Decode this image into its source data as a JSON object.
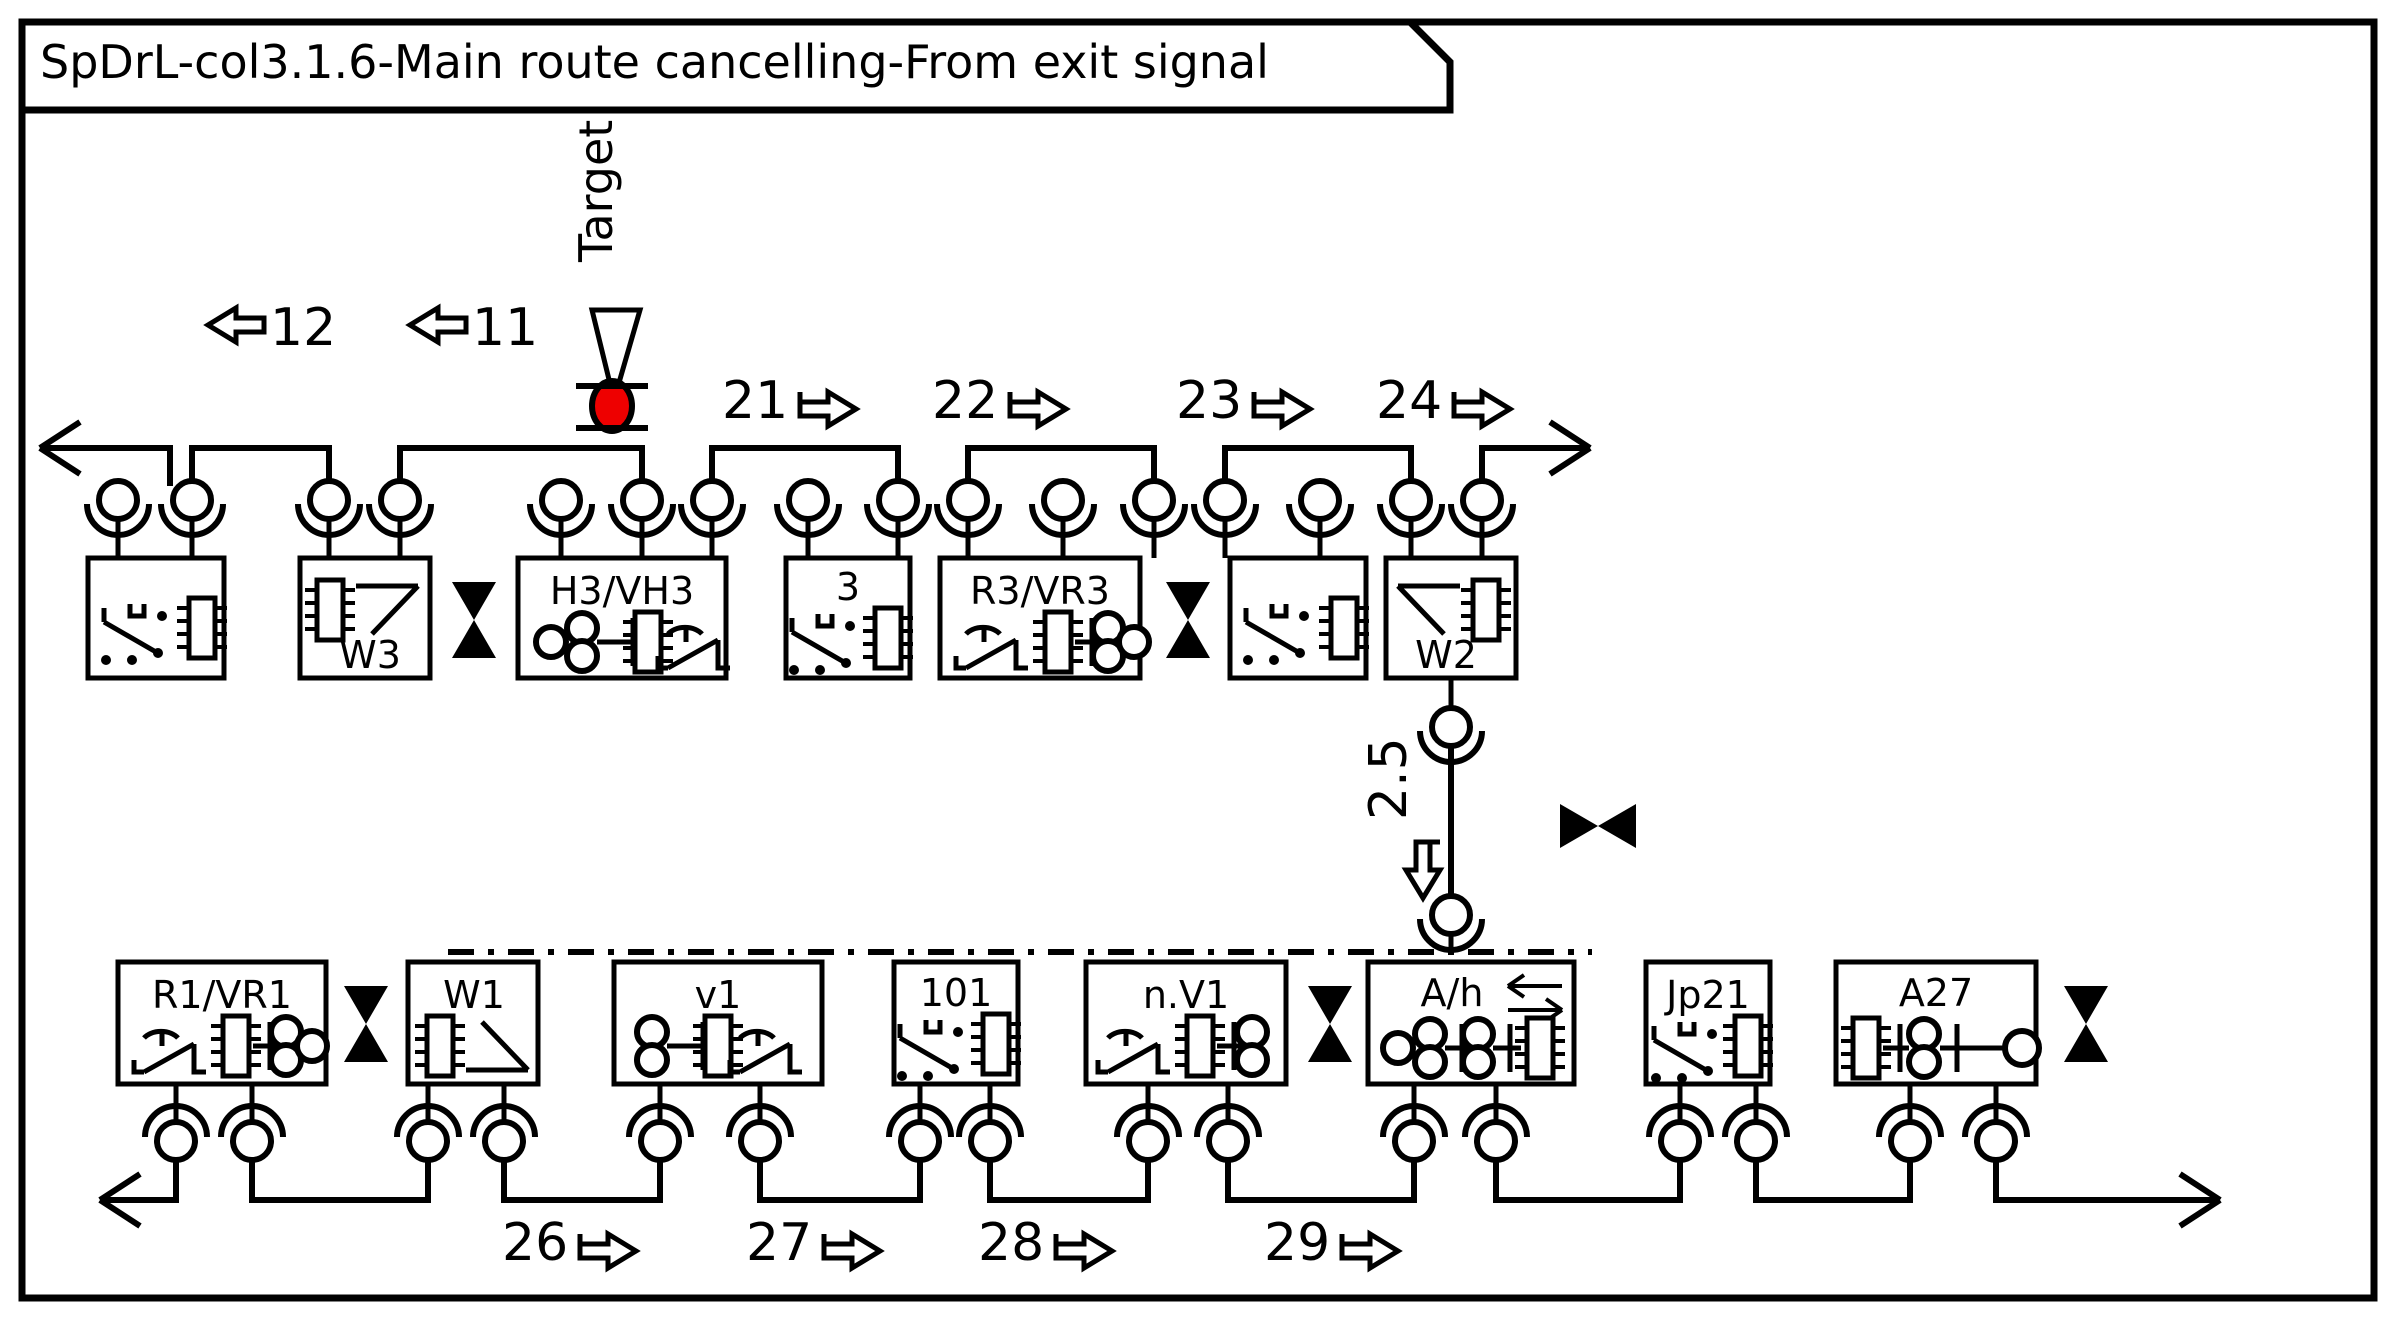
{
  "title": {
    "text": "SpDrL-col3.1.6-Main route cancelling-From exit signal"
  },
  "target": {
    "label": "Target",
    "signal_color": "#ee0000"
  },
  "upper_route_labels": [
    {
      "id": "label-12",
      "text": "12",
      "direction": "left"
    },
    {
      "id": "label-11",
      "text": "11",
      "direction": "left"
    },
    {
      "id": "label-21",
      "text": "21",
      "direction": "right"
    },
    {
      "id": "label-22",
      "text": "22",
      "direction": "right"
    },
    {
      "id": "label-23",
      "text": "23",
      "direction": "right"
    },
    {
      "id": "label-24",
      "text": "24",
      "direction": "right"
    }
  ],
  "lower_route_labels": [
    {
      "id": "label-26",
      "text": "26",
      "direction": "right"
    },
    {
      "id": "label-27",
      "text": "27",
      "direction": "right"
    },
    {
      "id": "label-28",
      "text": "28",
      "direction": "right"
    },
    {
      "id": "label-29",
      "text": "29",
      "direction": "right"
    }
  ],
  "branch_label": {
    "id": "label-2-5",
    "text": "2.5",
    "direction": "down"
  },
  "upper_boxes": [
    {
      "id": "upper-box-1",
      "label": "",
      "symbol": "track-relay"
    },
    {
      "id": "upper-box-w3",
      "label": "W3",
      "symbol": "point-machine-left"
    },
    {
      "id": "upper-box-h3vh3",
      "label": "H3/VH3",
      "symbol": "signal-relay"
    },
    {
      "id": "upper-box-3",
      "label": "3",
      "symbol": "track-relay"
    },
    {
      "id": "upper-box-r3vr3",
      "label": "R3/VR3",
      "symbol": "route-relay"
    },
    {
      "id": "upper-box-5",
      "label": "",
      "symbol": "track-relay"
    },
    {
      "id": "upper-box-w2",
      "label": "W2",
      "symbol": "point-machine-right"
    }
  ],
  "lower_boxes": [
    {
      "id": "lower-box-r1vr1",
      "label": "R1/VR1",
      "symbol": "route-relay"
    },
    {
      "id": "lower-box-w1",
      "label": "W1",
      "symbol": "point-machine-left"
    },
    {
      "id": "lower-box-v1",
      "label": "v1",
      "symbol": "signal-relay"
    },
    {
      "id": "lower-box-101",
      "label": "101",
      "symbol": "track-relay"
    },
    {
      "id": "lower-box-nv1",
      "label": "n.V1",
      "symbol": "route-relay"
    },
    {
      "id": "lower-box-ah",
      "label": "A/h",
      "symbol": "block-relay"
    },
    {
      "id": "lower-box-jp21",
      "label": "Jp21",
      "symbol": "track-relay"
    },
    {
      "id": "lower-box-a27",
      "label": "A27",
      "symbol": "axle-counter-relay"
    }
  ],
  "separators": {
    "vertical_bowtie_count": 5,
    "horizontal_bowtie_count": 1
  },
  "icons": {
    "left_arrow": "arrow-left-icon",
    "right_arrow": "arrow-right-icon",
    "down_arrow": "arrow-down-icon",
    "bowtie": "bowtie-icon",
    "insulated_joint": "insulated-joint-icon"
  }
}
